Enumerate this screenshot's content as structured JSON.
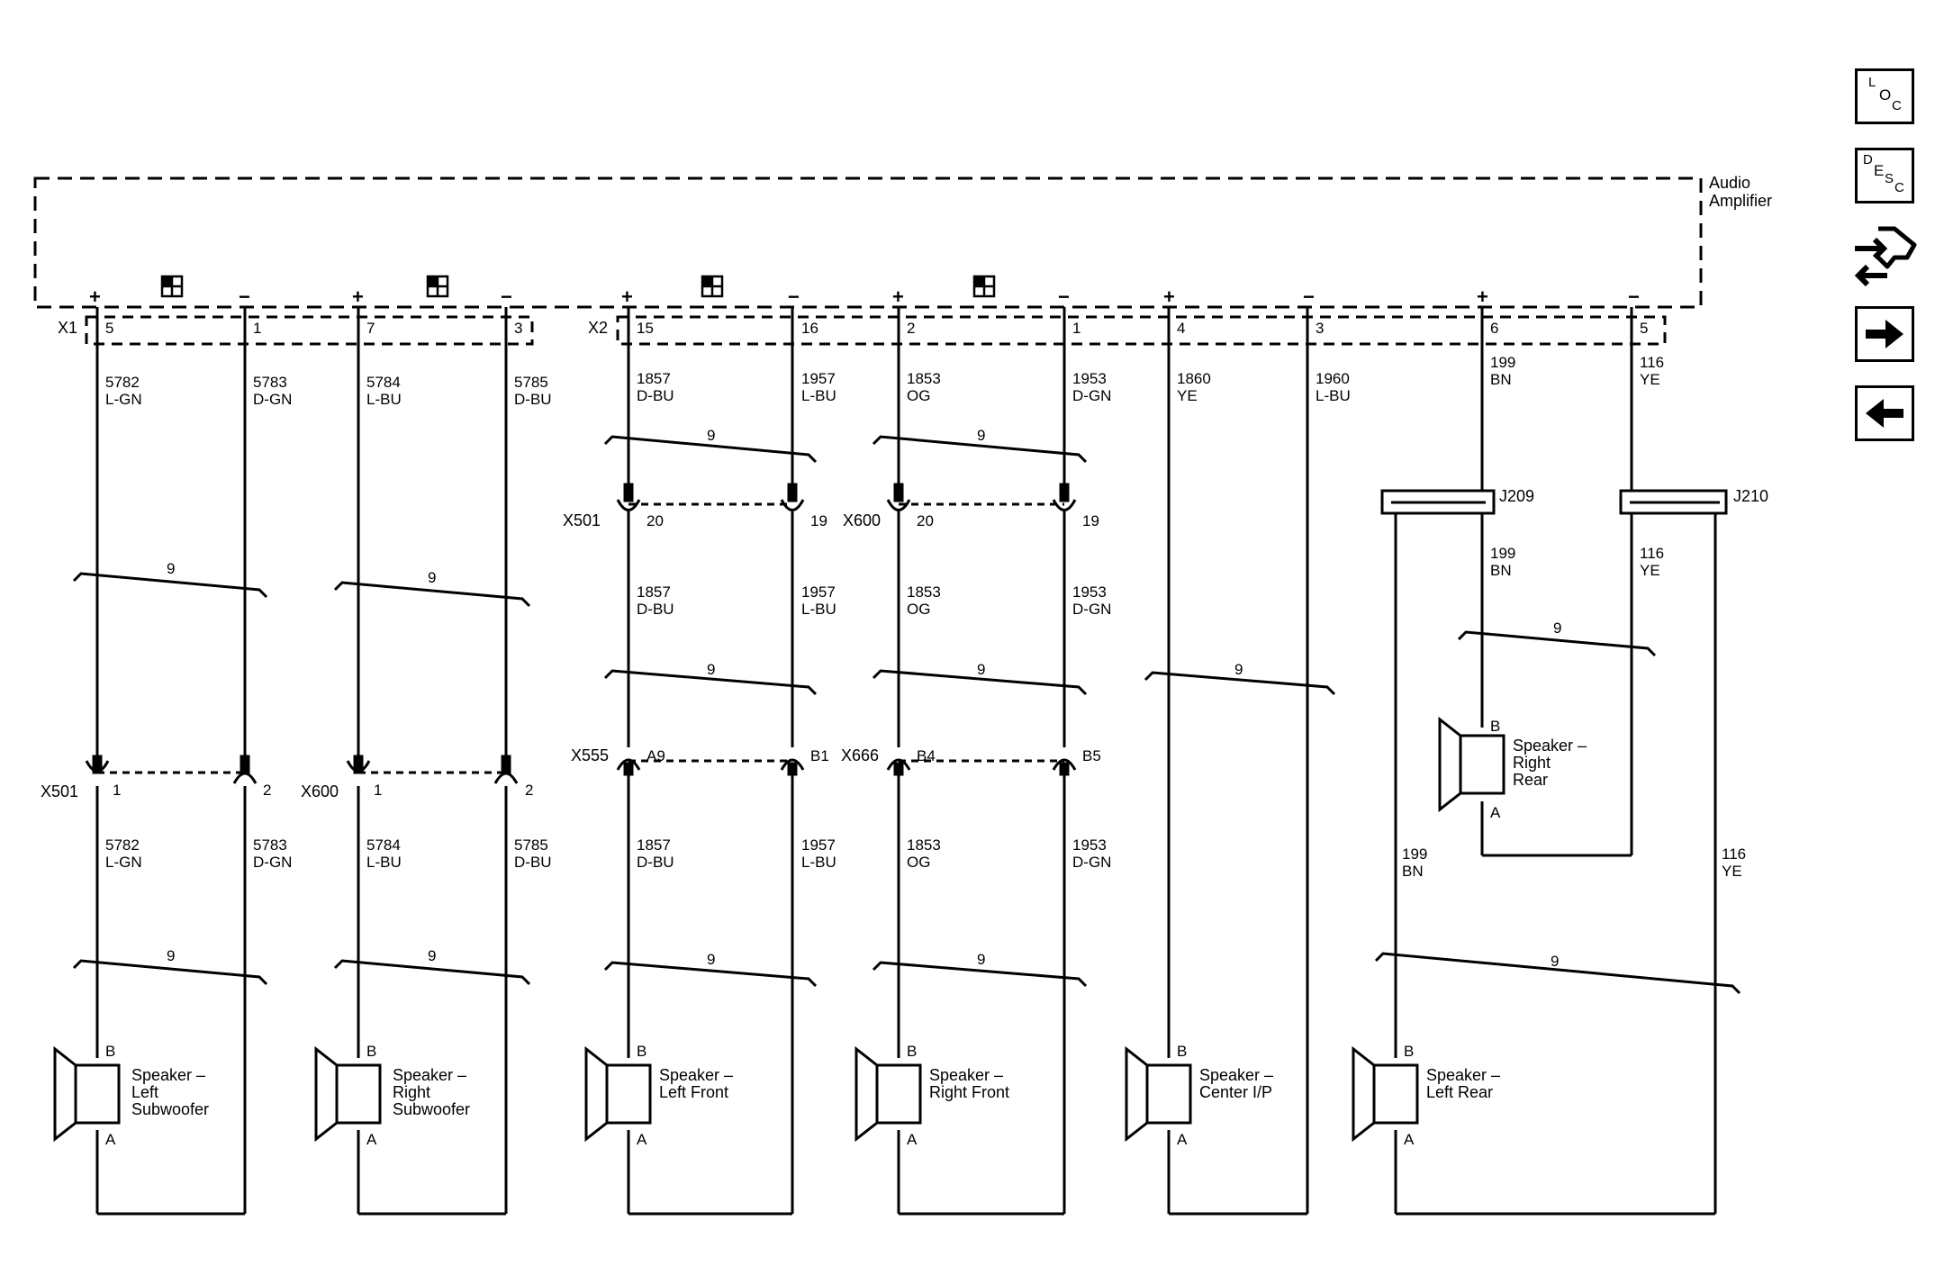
{
  "module": {
    "name_line1": "Audio",
    "name_line2": "Amplifier"
  },
  "connectors": {
    "x1": "X1",
    "x2": "X2"
  },
  "wire_gauge": "9",
  "polarity": {
    "plus": "+",
    "minus": "−"
  },
  "circuits": {
    "lsw_pos": {
      "pin": "5",
      "num": "5782",
      "color": "L-GN"
    },
    "lsw_neg": {
      "pin": "1",
      "num": "5783",
      "color": "D-GN"
    },
    "rsw_pos": {
      "pin": "7",
      "num": "5784",
      "color": "L-BU"
    },
    "rsw_neg": {
      "pin": "3",
      "num": "5785",
      "color": "D-BU"
    },
    "lf_pos": {
      "pin": "15",
      "num": "1857",
      "color": "D-BU"
    },
    "lf_neg": {
      "pin": "16",
      "num": "1957",
      "color": "L-BU"
    },
    "rf_pos": {
      "pin": "2",
      "num": "1853",
      "color": "OG"
    },
    "rf_neg": {
      "pin": "1",
      "num": "1953",
      "color": "D-GN"
    },
    "ctr_pos": {
      "pin": "4",
      "num": "1860",
      "color": "YE"
    },
    "ctr_neg": {
      "pin": "3",
      "num": "1960",
      "color": "L-BU"
    },
    "rear_pos": {
      "pin": "6",
      "num": "199",
      "color": "BN"
    },
    "rear_neg": {
      "pin": "5",
      "num": "116",
      "color": "YE"
    }
  },
  "inline_connectors": {
    "x501_sub": {
      "name": "X501",
      "pin_a": "1",
      "pin_b": "2"
    },
    "x600_sub": {
      "name": "X600",
      "pin_a": "1",
      "pin_b": "2"
    },
    "x501_front": {
      "name": "X501",
      "pin_a": "20",
      "pin_b": "19"
    },
    "x600_front": {
      "name": "X600",
      "pin_a": "20",
      "pin_b": "19"
    },
    "x555": {
      "name": "X555",
      "pin_a": "A9",
      "pin_b": "B1"
    },
    "x666": {
      "name": "X666",
      "pin_a": "B4",
      "pin_b": "B5"
    }
  },
  "splices": {
    "j209": "J209",
    "j210": "J210"
  },
  "speakers": {
    "left_sub": {
      "lines": [
        "Speaker –",
        "Left",
        "Subwoofer"
      ],
      "pin_b": "B",
      "pin_a": "A"
    },
    "right_sub": {
      "lines": [
        "Speaker –",
        "Right",
        "Subwoofer"
      ],
      "pin_b": "B",
      "pin_a": "A"
    },
    "left_front": {
      "lines": [
        "Speaker –",
        "Left Front"
      ],
      "pin_b": "B",
      "pin_a": "A"
    },
    "right_front": {
      "lines": [
        "Speaker –",
        "Right Front"
      ],
      "pin_b": "B",
      "pin_a": "A"
    },
    "center_ip": {
      "lines": [
        "Speaker –",
        "Center I/P"
      ],
      "pin_b": "B",
      "pin_a": "A"
    },
    "right_rear": {
      "lines": [
        "Speaker –",
        "Right",
        "Rear"
      ],
      "pin_b": "B",
      "pin_a": "A"
    },
    "left_rear": {
      "lines": [
        "Speaker –",
        "Left Rear"
      ],
      "pin_b": "B",
      "pin_a": "A"
    }
  },
  "side_buttons": {
    "loc": [
      "L",
      "O",
      "C"
    ],
    "desc": [
      "D",
      "E",
      "S",
      "C"
    ],
    "connector_view": "connector-swap-icon",
    "next": "arrow-right-icon",
    "prev": "arrow-left-icon"
  }
}
